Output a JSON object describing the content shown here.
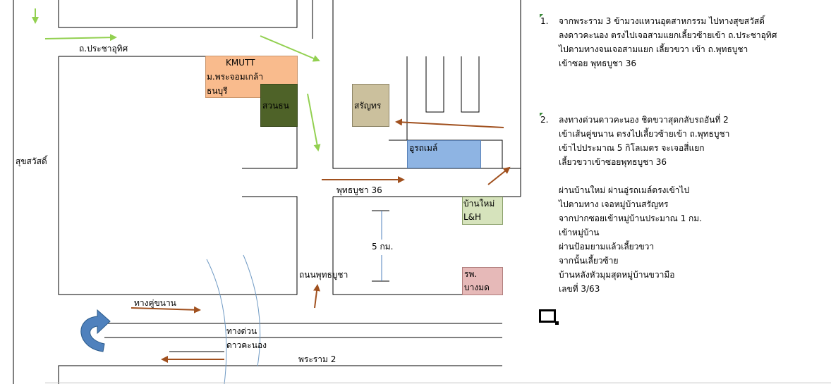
{
  "map": {
    "roads": {
      "prachauthit": "ถ.ประชาอุทิศ",
      "suksawat": "สุขสวัสดิ์",
      "phutthabucha36": "พุทธบูชา   36",
      "thanon_phutthabucha": "ถนนพุทธบูชา",
      "thang_khu_khanan": "ทางคู่ขนาน",
      "expressway_1": "ทางด่วน",
      "expressway_2": "ดาวคะนอง",
      "rama2": "พระราม   2"
    },
    "places": {
      "kmutt_1": "KMUTT",
      "kmutt_2": "ม.พระจอมเกล้า",
      "kmutt_3": "ธนบุรี",
      "suanthon": "สวนธน",
      "saranyathorn": "สรัญทร",
      "urathmes": "อูรถเมล์",
      "banmai_1": "บ้านใหม่",
      "banmai_2": "L&H",
      "hospital_1": "รพ.",
      "hospital_2": "บางมด"
    },
    "distance_label": "5 กม.",
    "colors": {
      "kmutt": "#f9bb8d",
      "suanthon": "#4e6228",
      "saranyathorn": "#cbc09d",
      "urathmes": "#8eb4e3",
      "banmai": "#d6e3bc",
      "hospital": "#e6b9b8",
      "green_arrow": "#92d050",
      "brown_arrow": "#a0501e",
      "uturn_arrow": "#4f81bd",
      "guide_line": "#6f9ac4"
    }
  },
  "directions": [
    {
      "number": "1.",
      "lines": [
        "จากพระราม   3 ข้ามวงแหวนอุตสาหกรรม   ไปทางสุขสวัสดิ์",
        "ลงดาวคะนอง   ตรงไปเจอสามแยกเลี้ยวซ้ายเข้า   ถ.ประชาอุทิศ",
        "ไปตามทางจนเจอสามแยก   เลี้ยวขวา   เข้า   ถ.พุทธบูชา",
        "เข้าซอย   พุทธบูชา   36"
      ]
    },
    {
      "number": "2.",
      "lines": [
        "ลงทางด่วนดาวคะนอง   ชิดขวาสุดกลับรถอันที่   2",
        "เข้าเส้นคู่ขนาน   ตรงไปเลี้ยวซ้ายเข้า   ถ.พุทธบูชา",
        "เข้าไปประมาณ   5 กิโลเมตร   จะเจอสี่แยก",
        "เลี้ยวขวาเข้าซอยพุทธบูชา   36",
        "",
        "ผ่านบ้านใหม่   ผ่านอู่รถเมล์ตรงเข้าไป",
        "ไปตามทาง   เจอหมู่บ้านสรัญทร",
        "จากปากซอยเข้าหมู่บ้านประมาณ   1 กม.",
        "เข้าหมู่บ้าน",
        "ผ่านป้อมยามแล้วเลี้ยวขวา",
        "จากนั้นเลี้ยวซ้าย",
        "บ้านหลังหัวมุมสุดหมู่บ้านขวามือ",
        "เลขที่   3/63"
      ]
    }
  ]
}
